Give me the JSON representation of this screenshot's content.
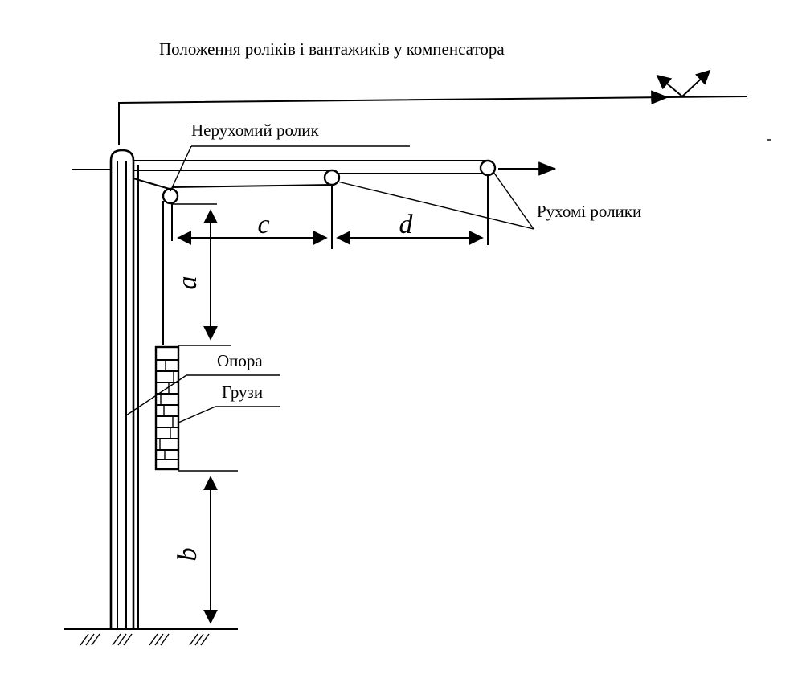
{
  "title": "Положення роліків і вантажиків у компенсатора",
  "labels": {
    "fixed_roller": "Нерухомий ролик",
    "moving_rollers": "Рухомі ролики",
    "support": "Опора",
    "weights": "Грузи"
  },
  "dimensions": {
    "a": "a",
    "b": "b",
    "c": "c",
    "d": "d"
  }
}
